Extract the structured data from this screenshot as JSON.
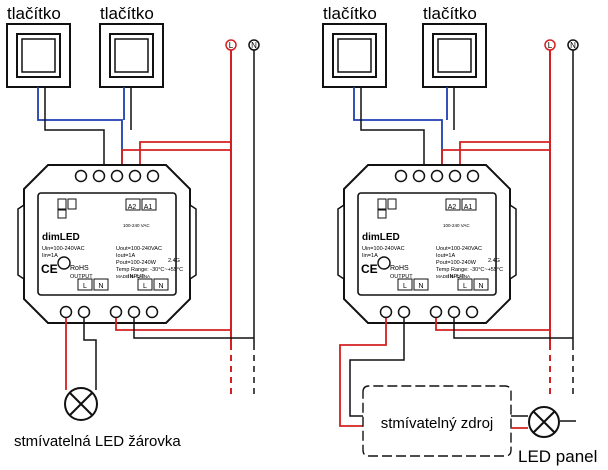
{
  "left": {
    "button_labels": [
      "tlačítko",
      "tlačítko"
    ],
    "load_label": "stmívatelná LED žárovka"
  },
  "right": {
    "button_labels": [
      "tlačítko",
      "tlačítko"
    ],
    "driver_label": "stmívatelný zdroj",
    "load_label": "LED panel"
  },
  "terminals": {
    "line": "L",
    "neutral": "N"
  },
  "device": {
    "brand": "dimLED",
    "input_spec": [
      "Uin=100-240VAC",
      "Iin=1A"
    ],
    "output_spec": [
      "Uout=100-240VAC",
      "Iout=1A",
      "Pout=100-240W",
      "Temp Range: -30°C~+55°C",
      "MADE IN CHINA"
    ],
    "freq": "2.4G",
    "a_labels": [
      "A2",
      "A1"
    ],
    "vac_label": "100-240 VAC",
    "output_label": "OUTPUT",
    "input_label": "INPUT",
    "ce": "CE",
    "rohs": "RoHS",
    "wire_colors": {
      "red": "#d42020",
      "blue": "#1f3fb0",
      "black": "#111111"
    }
  }
}
